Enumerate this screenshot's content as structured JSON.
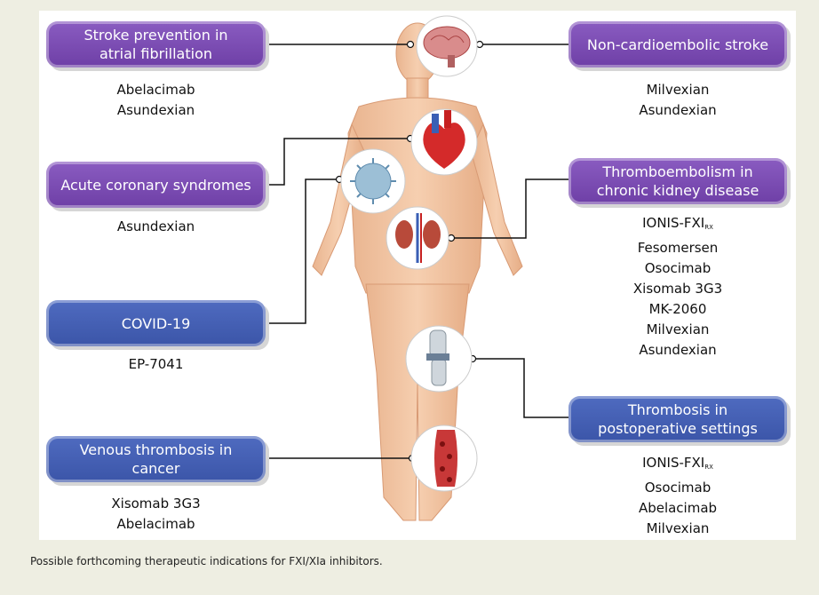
{
  "caption": "Possible forthcoming therapeutic indications for FXI/XIa inhibitors.",
  "indications": {
    "stroke_af": {
      "label_line1": "Stroke prevention in",
      "label_line2": "atrial fibrillation",
      "drugs": [
        "Abelacimab",
        "Asundexian"
      ],
      "color": "#7a4cb3"
    },
    "acs": {
      "label": "Acute coronary syndromes",
      "drugs": [
        "Asundexian"
      ],
      "color": "#6e4aa8"
    },
    "covid": {
      "label": "COVID-19",
      "drugs": [
        "EP-7041"
      ],
      "color": "#4a63b8"
    },
    "cancer": {
      "label": "Venous thrombosis in cancer",
      "drugs": [
        "Xisomab 3G3",
        "Abelacimab"
      ],
      "color": "#3f5faf"
    },
    "ncs": {
      "label": "Non-cardioembolic stroke",
      "drugs": [
        "Milvexian",
        "Asundexian"
      ],
      "color": "#7a4cb3"
    },
    "ckd": {
      "label_line1": "Thromboembolism in",
      "label_line2": "chronic kidney disease",
      "drug_ionis": "IONIS-FXI",
      "rx": "RX",
      "drugs": [
        "Fesomersen",
        "Osocimab",
        "Xisomab 3G3",
        "MK-2060",
        "Milvexian",
        "Asundexian"
      ],
      "color": "#6b55b0"
    },
    "postop": {
      "label_line1": "Thrombosis in",
      "label_line2": "postoperative settings",
      "drug_ionis": "IONIS-FXI",
      "rx": "RX",
      "drugs": [
        "Osocimab",
        "Abelacimab",
        "Milvexian"
      ],
      "color": "#3f62b3"
    }
  },
  "organs": [
    "brain-icon",
    "heart-icon",
    "virus-icon",
    "kidney-icon",
    "knee-joint-icon",
    "vein-thrombus-icon"
  ]
}
